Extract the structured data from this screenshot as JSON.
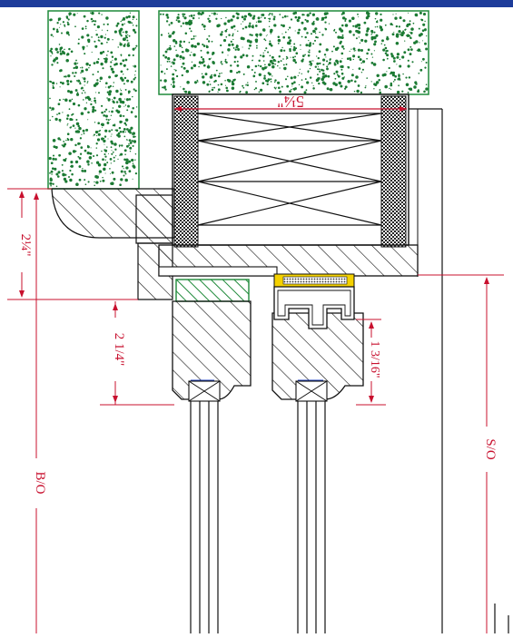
{
  "colors": {
    "top_bar": "#1d3c9a",
    "concrete_outline": "#1f8a3a",
    "concrete_speckle": "#1b7a33",
    "dimension": "#c8102e",
    "seal_yellow": "#f4d100",
    "gasket_blue": "#1f3fbf",
    "linework": "#111111"
  },
  "dimensions": {
    "header_width": "5¼\"",
    "left_drop": "2¼\"",
    "sash_rail": "2 1/4\"",
    "glass_offset": "1 3/16\"",
    "bottom_opening_label": "B/O",
    "side_opening_label": "S/O"
  }
}
